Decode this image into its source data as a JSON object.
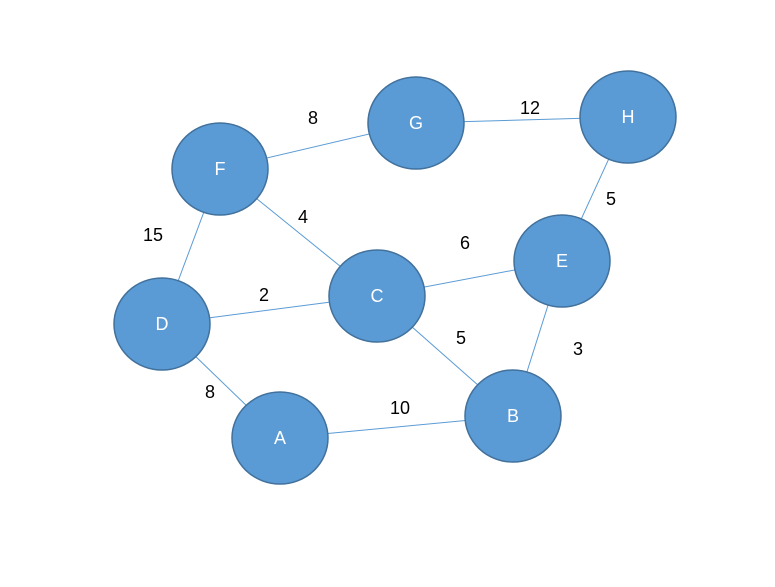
{
  "graph": {
    "nodes": [
      {
        "id": "A",
        "label": "A"
      },
      {
        "id": "B",
        "label": "B"
      },
      {
        "id": "C",
        "label": "C"
      },
      {
        "id": "D",
        "label": "D"
      },
      {
        "id": "E",
        "label": "E"
      },
      {
        "id": "F",
        "label": "F"
      },
      {
        "id": "G",
        "label": "G"
      },
      {
        "id": "H",
        "label": "H"
      }
    ],
    "edges": [
      {
        "from": "F",
        "to": "G",
        "weight": "8"
      },
      {
        "from": "G",
        "to": "H",
        "weight": "12"
      },
      {
        "from": "F",
        "to": "D",
        "weight": "15"
      },
      {
        "from": "F",
        "to": "C",
        "weight": "4"
      },
      {
        "from": "D",
        "to": "C",
        "weight": "2"
      },
      {
        "from": "C",
        "to": "E",
        "weight": "6"
      },
      {
        "from": "H",
        "to": "E",
        "weight": "5"
      },
      {
        "from": "C",
        "to": "B",
        "weight": "5"
      },
      {
        "from": "E",
        "to": "B",
        "weight": "3"
      },
      {
        "from": "D",
        "to": "A",
        "weight": "8"
      },
      {
        "from": "A",
        "to": "B",
        "weight": "10"
      }
    ],
    "colors": {
      "node_fill": "#5b9bd5",
      "node_stroke": "#41719c",
      "edge": "#5b9bd5",
      "node_text": "#ffffff",
      "weight_text": "#000000"
    }
  }
}
